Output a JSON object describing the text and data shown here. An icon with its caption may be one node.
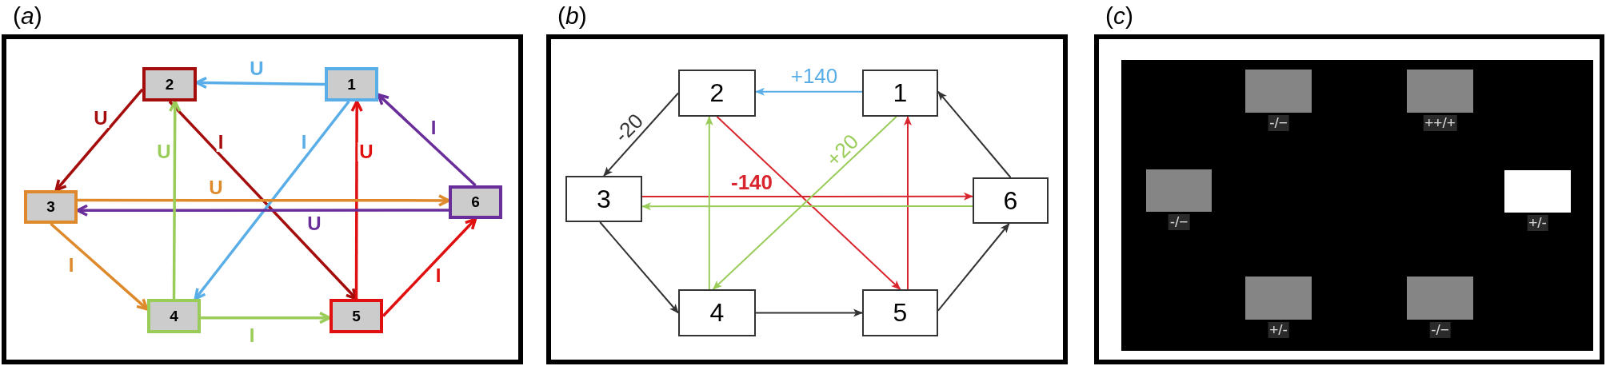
{
  "diagram": {
    "nodes": [
      {
        "text": [
          "(*a*)"
        ]
      },
      {
        "text": [
          "2"
        ],
        "in": 0
      },
      {
        "text": [
          "1"
        ],
        "in": 0
      },
      {
        "text": [
          "3"
        ],
        "in": 0
      },
      {
        "text": [
          "6"
        ],
        "in": 0
      },
      {
        "text": [
          "4"
        ],
        "in": 0
      },
      {
        "text": [
          "5"
        ],
        "in": 0
      },
      {
        "text": [
          "(*b*)"
        ]
      },
      {
        "text": [
          "2"
        ],
        "in": 7
      },
      {
        "text": [
          "1"
        ],
        "in": 7
      },
      {
        "text": [
          "3"
        ],
        "in": 7
      },
      {
        "text": [
          "6"
        ],
        "in": 7
      },
      {
        "text": [
          "4"
        ],
        "in": 7
      },
      {
        "text": [
          "5"
        ],
        "in": 7
      },
      {
        "text": [
          "(*c*)"
        ]
      },
      {
        "text": [
          "-/−"
        ],
        "in": 14
      },
      {
        "text": [
          "++/+"
        ],
        "in": 14
      },
      {
        "text": [
          "-/−"
        ],
        "in": 14
      },
      {
        "text": [
          "+/-"
        ],
        "in": 14
      },
      {
        "text": [
          "+/-"
        ],
        "in": 14
      },
      {
        "text": [
          "-/−"
        ],
        "in": 14
      }
    ],
    "edges": [
      {
        "from": 2,
        "to": 1,
        "arrow": "to",
        "label": "U",
        "color": "#5aaee8"
      },
      {
        "from": 1,
        "to": 3,
        "arrow": "to",
        "label": "U",
        "color": "#a50d0d"
      },
      {
        "from": 1,
        "to": 6,
        "arrow": "to",
        "label": "I",
        "color": "#a50d0d"
      },
      {
        "from": 2,
        "to": 5,
        "arrow": "to",
        "label": "I",
        "color": "#5aaee8"
      },
      {
        "from": 6,
        "to": 2,
        "arrow": "to",
        "label": "U",
        "color": "#e01010"
      },
      {
        "from": 6,
        "to": 4,
        "arrow": "to",
        "label": "I",
        "color": "#e01010"
      },
      {
        "from": 4,
        "to": 2,
        "arrow": "to",
        "label": "I",
        "color": "#6a2e9a"
      },
      {
        "from": 4,
        "to": 3,
        "arrow": "to",
        "label": "U",
        "color": "#6a2e9a"
      },
      {
        "from": 3,
        "to": 4,
        "arrow": "to",
        "label": "U",
        "color": "#de8a2c"
      },
      {
        "from": 3,
        "to": 5,
        "arrow": "to",
        "label": "I",
        "color": "#de8a2c"
      },
      {
        "from": 5,
        "to": 1,
        "arrow": "to",
        "label": "U",
        "color": "#9acc5a"
      },
      {
        "from": 5,
        "to": 6,
        "arrow": "to",
        "label": "I",
        "color": "#9acc5a"
      },
      {
        "from": 9,
        "to": 8,
        "arrow": "to",
        "label": "+140",
        "color": "#5aaee8"
      },
      {
        "from": 8,
        "to": 10,
        "arrow": "to",
        "label": "-20",
        "color": "#333333"
      },
      {
        "from": 10,
        "to": 12,
        "arrow": "to",
        "color": "#333333"
      },
      {
        "from": 12,
        "to": 13,
        "arrow": "to",
        "color": "#333333"
      },
      {
        "from": 13,
        "to": 11,
        "arrow": "to",
        "color": "#333333"
      },
      {
        "from": 11,
        "to": 9,
        "arrow": "to",
        "color": "#333333"
      },
      {
        "from": 8,
        "to": 13,
        "arrow": "to",
        "color": "#d9262e"
      },
      {
        "from": 13,
        "to": 9,
        "arrow": "to",
        "color": "#d9262e"
      },
      {
        "from": 10,
        "to": 11,
        "arrow": "to",
        "label": "-140",
        "color": "#d9262e"
      },
      {
        "from": 11,
        "to": 10,
        "arrow": "to",
        "color": "#9acc5a"
      },
      {
        "from": 12,
        "to": 8,
        "arrow": "to",
        "color": "#9acc5a"
      },
      {
        "from": 9,
        "to": 12,
        "arrow": "to",
        "label": "+20",
        "color": "#9acc5a"
      }
    ]
  }
}
